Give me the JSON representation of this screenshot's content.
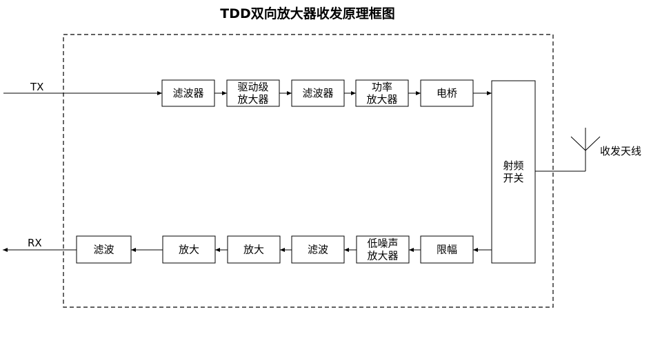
{
  "title": "TDD双向放大器收发原理框图",
  "tx_label": "TX",
  "rx_label": "RX",
  "antenna_label": "收发天线",
  "tx_chain": [
    {
      "lines": [
        "滤波器"
      ]
    },
    {
      "lines": [
        "驱动级",
        "放大器"
      ]
    },
    {
      "lines": [
        "滤波器"
      ]
    },
    {
      "lines": [
        "功率",
        "放大器"
      ]
    },
    {
      "lines": [
        "电桥"
      ]
    }
  ],
  "rf_switch": {
    "lines": [
      "射频",
      "开关"
    ]
  },
  "rx_chain": [
    {
      "lines": [
        "限幅"
      ]
    },
    {
      "lines": [
        "低噪声",
        "放大器"
      ]
    },
    {
      "lines": [
        "滤波"
      ]
    },
    {
      "lines": [
        "放大"
      ]
    },
    {
      "lines": [
        "放大"
      ]
    },
    {
      "lines": [
        "滤波"
      ]
    }
  ]
}
